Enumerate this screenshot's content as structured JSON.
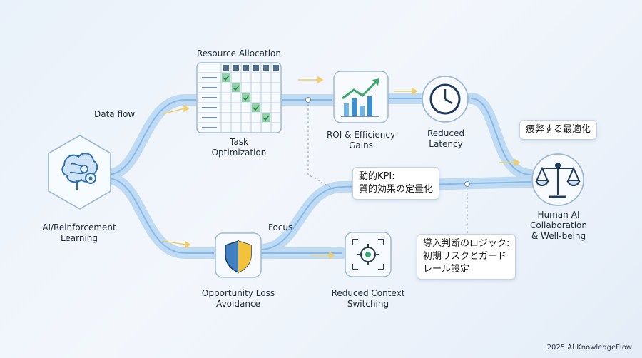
{
  "nodes": {
    "ai_learning": "AI/Reinforcement\nLearning",
    "resource_allocation": "Resource Allocation",
    "task_optimization": "Task\nOptimization",
    "roi_gains": "ROI & Efficiency\nGains",
    "reduced_latency": "Reduced\nLatency",
    "opportunity_loss": "Opportunity Loss\nAvoidance",
    "reduced_context": "Reduced Context\nSwitching",
    "human_ai": "Human-AI\nCollaboration\n& Well-being"
  },
  "edge_labels": {
    "data_flow": "Data flow",
    "focus": "Focus"
  },
  "callouts": {
    "fatigue": "疲弊する最適化",
    "dynamic_kpi": "動的KPI:\n質的効果の定量化",
    "decision_logic": "導入判断のロジック:\n初期リスクとガード\nレール設定"
  },
  "footer": "2025 AI KnowledgeFlow",
  "icons": {
    "ai_learning": "brain-gear-icon",
    "resource_allocation": "grid-checklist-icon",
    "roi_gains": "growth-chart-icon",
    "reduced_latency": "clock-icon",
    "opportunity_loss": "shield-icon",
    "reduced_context": "focus-target-icon",
    "human_ai": "balance-scale-icon"
  },
  "colors": {
    "flow": "#a9cdef",
    "accent_blue": "#2f6fb0",
    "accent_green": "#3aa86b",
    "accent_yellow": "#f0c23a"
  }
}
